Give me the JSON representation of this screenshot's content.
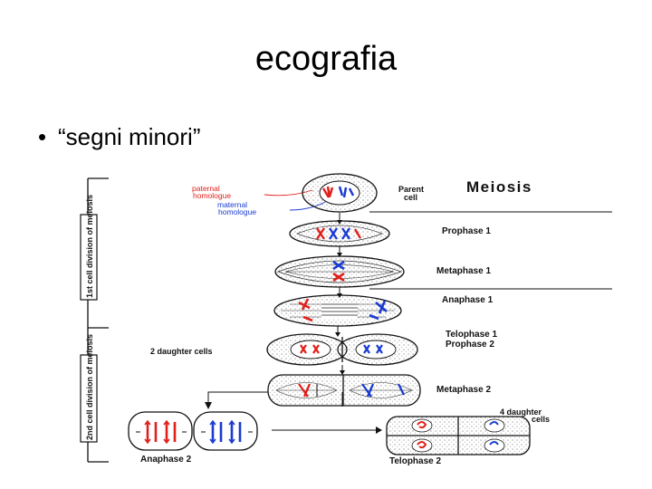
{
  "slide": {
    "title": "ecografia",
    "bullet": "“segni minori”"
  },
  "diagram": {
    "title": "Meiosis",
    "parent_cell": [
      "Parent",
      "cell"
    ],
    "paternal": [
      "paternal",
      "homologue"
    ],
    "maternal": [
      "maternal",
      "homologue"
    ],
    "stages": {
      "prophase1": "Prophase 1",
      "metaphase1": "Metaphase 1",
      "anaphase1": "Anaphase 1",
      "telophase1": "Telophase 1",
      "prophase2": "Prophase 2",
      "metaphase2": "Metaphase 2",
      "anaphase2": "Anaphase 2",
      "telophase2": "Telophase 2"
    },
    "two_daughter": "2 daughter cells",
    "four_daughter": [
      "4 daughter",
      "cells"
    ],
    "division1": "1st cell division of meiosis",
    "division2": "2nd cell division of meiosis",
    "colors": {
      "paternal": "#e0201b",
      "maternal": "#1a3bd1",
      "ink": "#111111",
      "stipple": "#888888"
    }
  }
}
